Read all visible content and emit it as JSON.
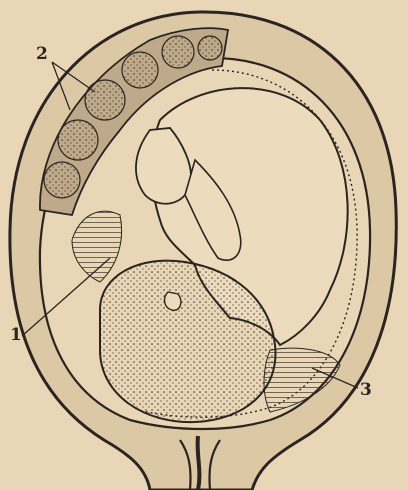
{
  "figure": {
    "labels": {
      "one": "1",
      "two": "2",
      "three": "3"
    },
    "colors": {
      "paper": "#e8d6b6",
      "ink": "#2a2520",
      "wall_fill": "#dcc8a4",
      "fluid_fill": "#cdb993"
    }
  }
}
